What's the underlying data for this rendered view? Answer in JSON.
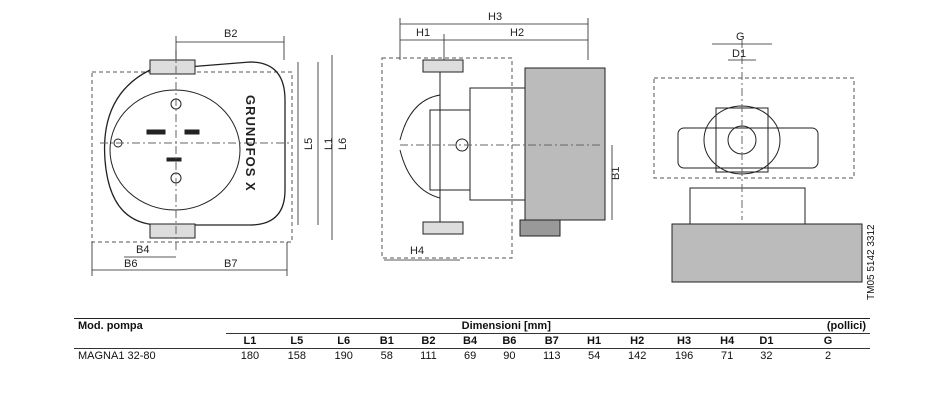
{
  "drawing": {
    "front_dims": [
      "B2",
      "L5",
      "L1",
      "L6",
      "B4",
      "B6",
      "B7"
    ],
    "side_dims": [
      "H3",
      "H1",
      "H2",
      "B1",
      "H4"
    ],
    "top_dims": [
      "G",
      "D1"
    ],
    "brand_text": "GRUNDFOS X",
    "drawing_code": "TM05 5142 3312"
  },
  "table": {
    "model_header": "Mod. pompa",
    "dims_header": "Dimensioni [mm]",
    "unit_header": "(pollici)",
    "columns": [
      "L1",
      "L5",
      "L6",
      "B1",
      "B2",
      "B4",
      "B6",
      "B7",
      "H1",
      "H2",
      "H3",
      "H4",
      "D1",
      "G"
    ],
    "rows": [
      {
        "model": "MAGNA1 32-80",
        "values": [
          "180",
          "158",
          "190",
          "58",
          "111",
          "69",
          "90",
          "113",
          "54",
          "142",
          "196",
          "71",
          "32",
          "2"
        ]
      }
    ]
  }
}
